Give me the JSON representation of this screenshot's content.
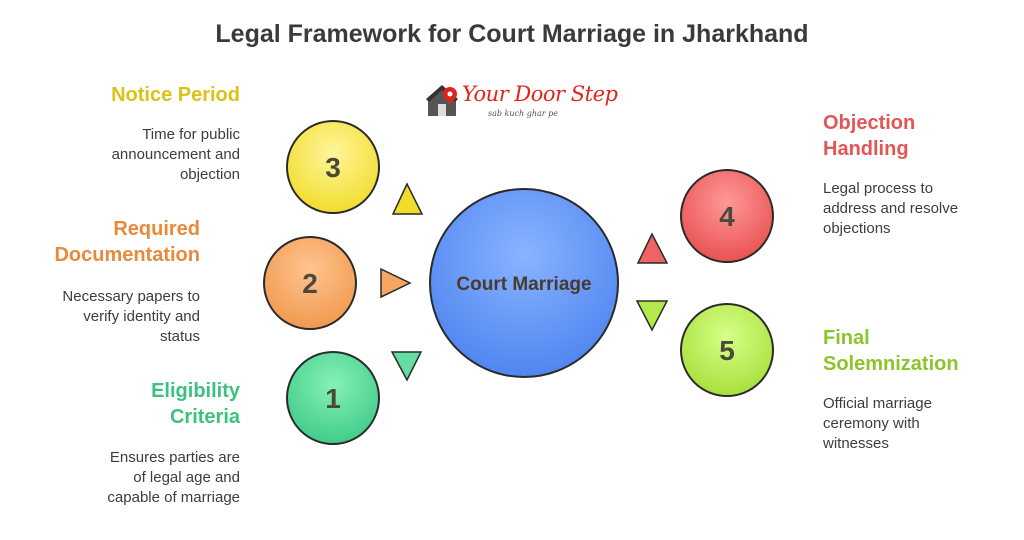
{
  "title": "Legal Framework for Court Marriage in Jharkhand",
  "logo": {
    "brand": "Your Door Step",
    "tagline": "sab kuch ghar pe",
    "icon": "house-icon"
  },
  "center": {
    "label": "Court Marriage",
    "color": "#5a8ff0"
  },
  "items": [
    {
      "number": "1",
      "title_line1": "Eligibility",
      "title_line2": "Criteria",
      "desc_line1": "Ensures parties are",
      "desc_line2": "of legal age and",
      "desc_line3": "capable of marriage",
      "color": "#4cd493",
      "title_color": "#3cc27f"
    },
    {
      "number": "2",
      "title_line1": "Required",
      "title_line2": "Documentation",
      "desc_line1": "Necessary papers to",
      "desc_line2": "verify identity and",
      "desc_line3": "status",
      "color": "#f5a662",
      "title_color": "#e88a3c"
    },
    {
      "number": "3",
      "title_line1": "Notice Period",
      "title_line2": "",
      "desc_line1": "Time for public",
      "desc_line2": "announcement and",
      "desc_line3": "objection",
      "color": "#f7e64a",
      "title_color": "#d9c316"
    },
    {
      "number": "4",
      "title_line1": "Objection",
      "title_line2": "Handling",
      "desc_line1": "Legal process to",
      "desc_line2": "address and resolve",
      "desc_line3": "objections",
      "color": "#ee6464",
      "title_color": "#e35656"
    },
    {
      "number": "5",
      "title_line1": "Final",
      "title_line2": "Solemnization",
      "desc_line1": "Official marriage",
      "desc_line2": "ceremony with",
      "desc_line3": "witnesses",
      "color": "#b5e84a",
      "title_color": "#8cc52b"
    }
  ]
}
